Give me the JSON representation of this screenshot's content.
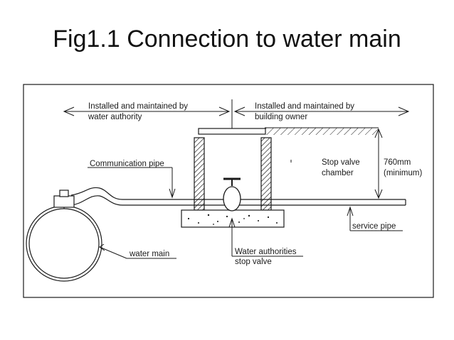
{
  "title": "Fig1.1 Connection to water main",
  "labels": {
    "water_authority_line1": "Installed and maintained by",
    "water_authority_line2": "water authority",
    "building_owner_line1": "Installed and maintained by",
    "building_owner_line2": "building owner",
    "communication_pipe": "Communication pipe",
    "stop_valve_chamber_line1": "Stop valve",
    "stop_valve_chamber_line2": "chamber",
    "depth_line1": "760mm",
    "depth_line2": "(minimum)",
    "service_pipe": "service pipe",
    "water_main": "water main",
    "authority_valve_line1": "Water authorities",
    "authority_valve_line2": "stop valve"
  },
  "colors": {
    "line": "#1a1a1a",
    "background": "#ffffff"
  }
}
